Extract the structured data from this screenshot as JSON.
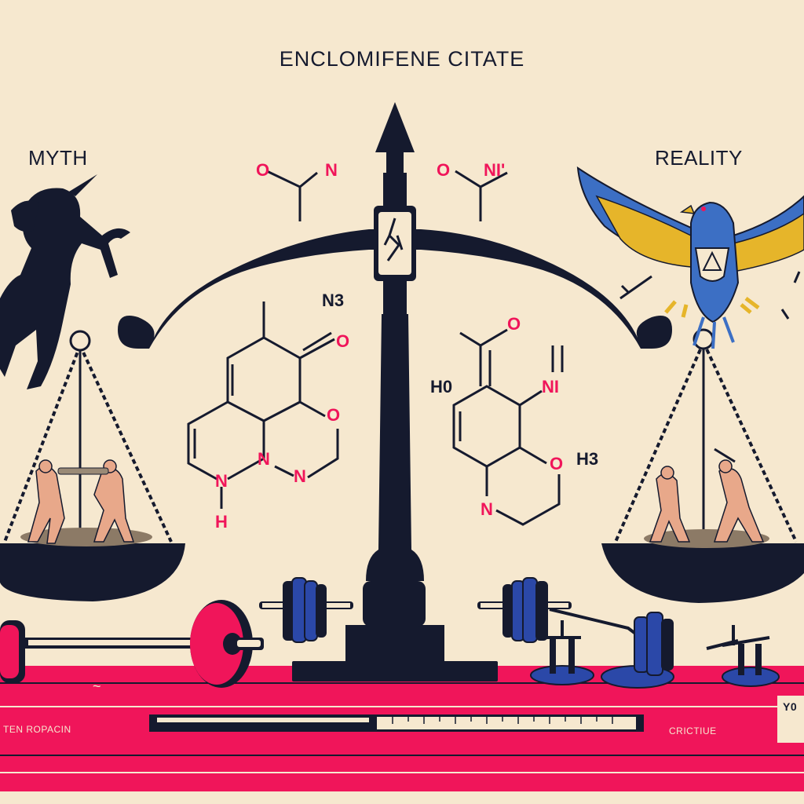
{
  "title": "ENCLOMIFENE CITATE",
  "left_label": "MYTH",
  "right_label": "REALITY",
  "track": {
    "left_text": "TEN ROPACIN",
    "right_text": "CRICTIUE",
    "edge_text": "Y0"
  },
  "molecule_left": {
    "top_atoms": [
      "O",
      "N"
    ],
    "ring_atoms": [
      "N3",
      "O",
      "O",
      "N",
      "N",
      "N",
      "H"
    ]
  },
  "molecule_right": {
    "top_atoms": [
      "O",
      "NI'"
    ],
    "ring_atoms": [
      "O",
      "H0",
      "NI",
      "O",
      "H3",
      "N"
    ]
  },
  "colors": {
    "background": "#f6e8cf",
    "ink": "#151a2e",
    "accent": "#f0155a",
    "weight_blue": "#2b48a8",
    "gold": "#e6b52a"
  },
  "icons": [
    "unicorn-icon",
    "eagle-icon",
    "scale-icon",
    "dumbbell-icon",
    "barbell-icon",
    "wrestlers-icon"
  ]
}
